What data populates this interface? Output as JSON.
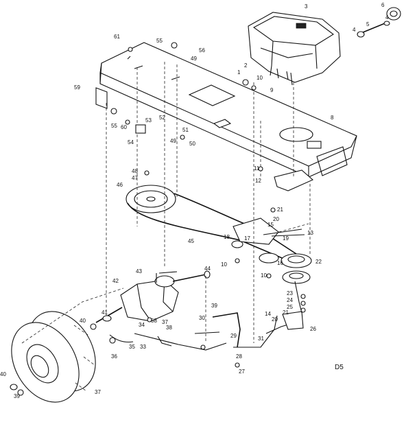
{
  "diagram": {
    "code": "D5",
    "callouts": [
      {
        "id": "c1",
        "text": "1"
      },
      {
        "id": "c2",
        "text": "2"
      },
      {
        "id": "c3",
        "text": "3"
      },
      {
        "id": "c4a",
        "text": "4"
      },
      {
        "id": "c4b",
        "text": "4"
      },
      {
        "id": "c5",
        "text": "5"
      },
      {
        "id": "c6",
        "text": "6"
      },
      {
        "id": "c8",
        "text": "8"
      },
      {
        "id": "c9",
        "text": "9"
      },
      {
        "id": "c10a",
        "text": "10"
      },
      {
        "id": "c10b",
        "text": "10"
      },
      {
        "id": "c10c",
        "text": "10"
      },
      {
        "id": "c11",
        "text": "11"
      },
      {
        "id": "c12",
        "text": "12"
      },
      {
        "id": "c13",
        "text": "13"
      },
      {
        "id": "c14",
        "text": "14"
      },
      {
        "id": "c15",
        "text": "15"
      },
      {
        "id": "c16",
        "text": "16"
      },
      {
        "id": "c17",
        "text": "17"
      },
      {
        "id": "c18",
        "text": "18"
      },
      {
        "id": "c19",
        "text": "19"
      },
      {
        "id": "c20a",
        "text": "20"
      },
      {
        "id": "c20b",
        "text": "20"
      },
      {
        "id": "c21a",
        "text": "21"
      },
      {
        "id": "c21b",
        "text": "21"
      },
      {
        "id": "c22",
        "text": "22"
      },
      {
        "id": "c23",
        "text": "23"
      },
      {
        "id": "c24",
        "text": "24"
      },
      {
        "id": "c25",
        "text": "25"
      },
      {
        "id": "c26",
        "text": "26"
      },
      {
        "id": "c27",
        "text": "27"
      },
      {
        "id": "c28",
        "text": "28"
      },
      {
        "id": "c29",
        "text": "29"
      },
      {
        "id": "c30",
        "text": "30"
      },
      {
        "id": "c31",
        "text": "31"
      },
      {
        "id": "c33",
        "text": "33"
      },
      {
        "id": "c34",
        "text": "34"
      },
      {
        "id": "c35",
        "text": "35"
      },
      {
        "id": "c36",
        "text": "36"
      },
      {
        "id": "c37a",
        "text": "37"
      },
      {
        "id": "c37b",
        "text": "37"
      },
      {
        "id": "c38",
        "text": "38"
      },
      {
        "id": "c39a",
        "text": "39"
      },
      {
        "id": "c39b",
        "text": "39"
      },
      {
        "id": "c40a",
        "text": "40"
      },
      {
        "id": "c40b",
        "text": "40"
      },
      {
        "id": "c41",
        "text": "41"
      },
      {
        "id": "c42",
        "text": "42"
      },
      {
        "id": "c43",
        "text": "43"
      },
      {
        "id": "c44",
        "text": "44"
      },
      {
        "id": "c45",
        "text": "45"
      },
      {
        "id": "c46",
        "text": "46"
      },
      {
        "id": "c47",
        "text": "47"
      },
      {
        "id": "c48",
        "text": "48"
      },
      {
        "id": "c49a",
        "text": "49"
      },
      {
        "id": "c49b",
        "text": "49"
      },
      {
        "id": "c50",
        "text": "50"
      },
      {
        "id": "c51",
        "text": "51"
      },
      {
        "id": "c52",
        "text": "52"
      },
      {
        "id": "c53",
        "text": "53"
      },
      {
        "id": "c54",
        "text": "54"
      },
      {
        "id": "c55a",
        "text": "55"
      },
      {
        "id": "c55b",
        "text": "55"
      },
      {
        "id": "c56",
        "text": "56"
      },
      {
        "id": "c58",
        "text": "58"
      },
      {
        "id": "c59",
        "text": "59"
      },
      {
        "id": "c60",
        "text": "60"
      },
      {
        "id": "c61",
        "text": "61"
      }
    ]
  }
}
